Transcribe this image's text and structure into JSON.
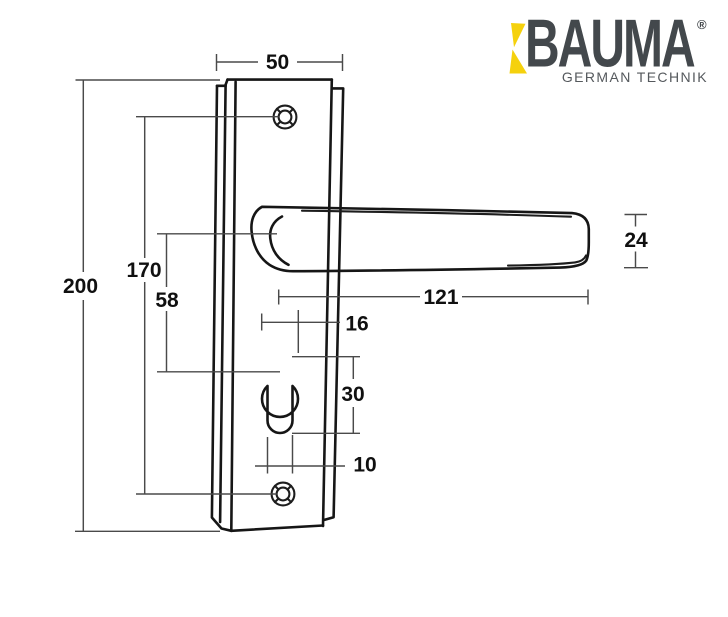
{
  "logo": {
    "brand": "BAUMA",
    "registered": "®",
    "tagline": "GERMAN TECHNIK",
    "mark": "double-triangle-mark",
    "accent_color": "#F5D10D",
    "brand_color": "#43484C",
    "tagline_color": "#55595D"
  },
  "drawing": {
    "type": "technical-dimension-drawing",
    "subject": "door handle on backplate with euro cylinder hole",
    "line_color": "#161616",
    "dimension_line_color": "#4a4a4a",
    "dimensions": {
      "plate_width": "50",
      "overall_height": "200",
      "screw_spacing": "170",
      "handle_to_cylinder": "58",
      "handle_length": "121",
      "handle_thickness": "24",
      "cylinder_hole_diameter": "16",
      "cylinder_cutout_height": "30",
      "cylinder_stem_width": "10"
    }
  }
}
